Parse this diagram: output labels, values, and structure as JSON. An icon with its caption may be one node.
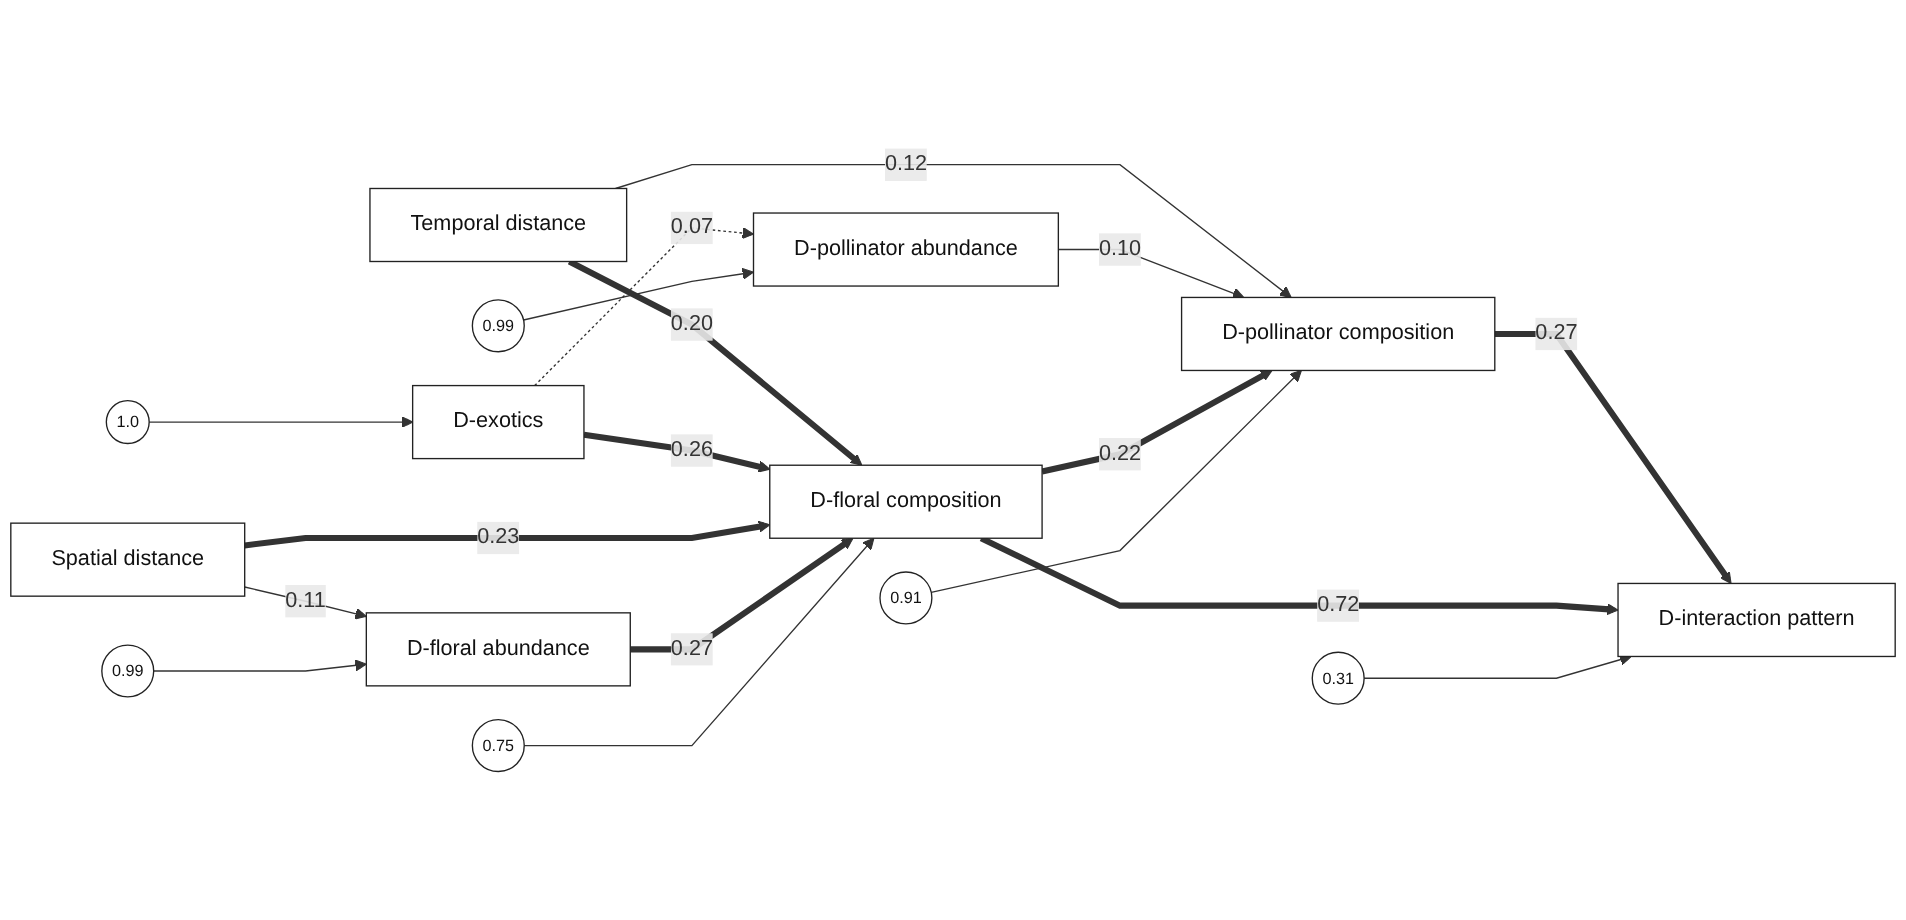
{
  "diagram": {
    "nodes": [
      {
        "text": [
          "Temporal distance"
        ]
      },
      {
        "text": [
          "D-exotics"
        ]
      },
      {
        "text": [
          "Spatial distance"
        ]
      },
      {
        "text": [
          "D-pollinator abundance"
        ]
      },
      {
        "text": [
          "D-floral abundance"
        ]
      },
      {
        "text": [
          "D-pollinator composition"
        ]
      },
      {
        "text": [
          "D-floral composition"
        ]
      },
      {
        "text": [
          "D-interaction pattern"
        ]
      },
      {
        "text": [
          "0.99"
        ]
      },
      {
        "text": [
          "1.0"
        ]
      },
      {
        "text": [
          "0.91"
        ]
      },
      {
        "text": [
          "0.31"
        ]
      },
      {
        "text": [
          "0.75"
        ]
      },
      {
        "text": [
          "0.99"
        ]
      }
    ],
    "edges": [
      {
        "from": 0,
        "to": 5,
        "arrow": "to",
        "label": "0.12"
      },
      {
        "from": 0,
        "to": 6,
        "arrow": "to",
        "label": "0.20",
        "style": "thick"
      },
      {
        "from": 1,
        "to": 3,
        "arrow": "to",
        "label": "0.07",
        "style": "dashed"
      },
      {
        "from": 1,
        "to": 6,
        "arrow": "to",
        "label": "0.26",
        "style": "thick"
      },
      {
        "from": 2,
        "to": 6,
        "arrow": "to",
        "label": "0.23",
        "style": "thick"
      },
      {
        "from": 2,
        "to": 4,
        "arrow": "to",
        "label": "0.11"
      },
      {
        "from": 3,
        "to": 5,
        "arrow": "to",
        "label": "0.10"
      },
      {
        "from": 4,
        "to": 6,
        "arrow": "to",
        "label": "0.27",
        "style": "thick"
      },
      {
        "from": 6,
        "to": 5,
        "arrow": "to",
        "label": "0.22",
        "style": "thick"
      },
      {
        "from": 5,
        "to": 7,
        "arrow": "to",
        "label": "0.27",
        "style": "thick"
      },
      {
        "from": 6,
        "to": 7,
        "arrow": "to",
        "label": "0.72",
        "style": "thick"
      },
      {
        "from": 8,
        "to": 3,
        "arrow": "to"
      },
      {
        "from": 9,
        "to": 1,
        "arrow": "to"
      },
      {
        "from": 10,
        "to": 5,
        "arrow": "to"
      },
      {
        "from": 11,
        "to": 7,
        "arrow": "to"
      },
      {
        "from": 12,
        "to": 6,
        "arrow": "to"
      },
      {
        "from": 13,
        "to": 4,
        "arrow": "to"
      }
    ]
  }
}
